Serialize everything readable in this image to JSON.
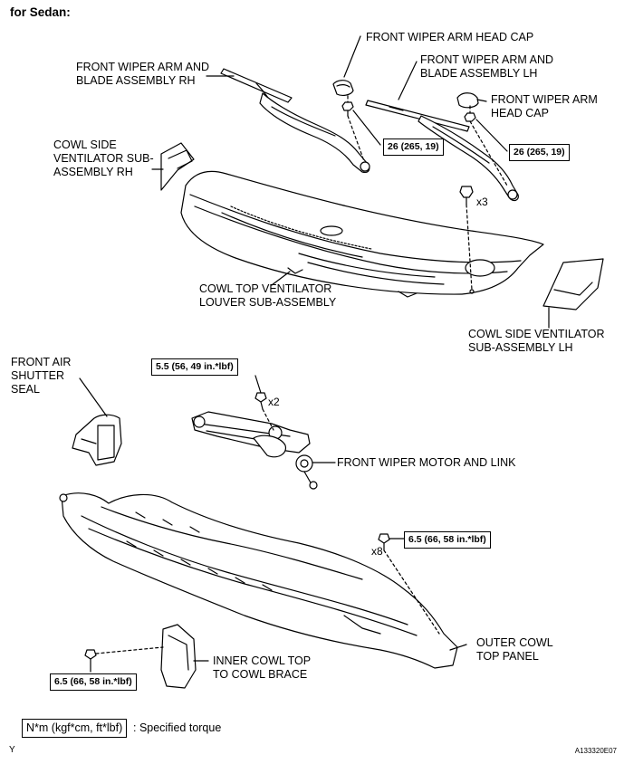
{
  "title": "for Sedan:",
  "labels": {
    "head_cap_1": "FRONT WIPER ARM HEAD CAP",
    "arm_lh": "FRONT WIPER ARM AND BLADE ASSEMBLY LH",
    "arm_rh": "FRONT WIPER ARM AND BLADE ASSEMBLY RH",
    "head_cap_2": "FRONT WIPER ARM HEAD CAP",
    "cowl_side_rh": "COWL SIDE VENTILATOR SUB-ASSEMBLY RH",
    "louver": "COWL TOP VENTILATOR LOUVER SUB-ASSEMBLY",
    "cowl_side_lh": "COWL SIDE VENTILATOR SUB-ASSEMBLY LH",
    "air_shutter": "FRONT AIR SHUTTER SEAL",
    "motor": "FRONT WIPER MOTOR AND LINK",
    "outer_cowl": "OUTER COWL TOP PANEL",
    "inner_cowl": "INNER COWL TOP TO COWL BRACE"
  },
  "torques": {
    "arm_rh": "26 (265, 19)",
    "arm_lh": "26 (265, 19)",
    "motor": "5.5 (56, 49 in.*lbf)",
    "outer_cowl": "6.5 (66, 58 in.*lbf)",
    "inner_cowl": "6.5 (66, 58 in.*lbf)"
  },
  "quantities": {
    "louver_clips": "x3",
    "motor_bolts": "x2",
    "outer_cowl_bolts": "x8"
  },
  "legend": {
    "unit_box": "N*m (kgf*cm, ft*lbf)",
    "description": ": Specified torque"
  },
  "footer": {
    "left": "Y",
    "right": "A133320E07"
  }
}
